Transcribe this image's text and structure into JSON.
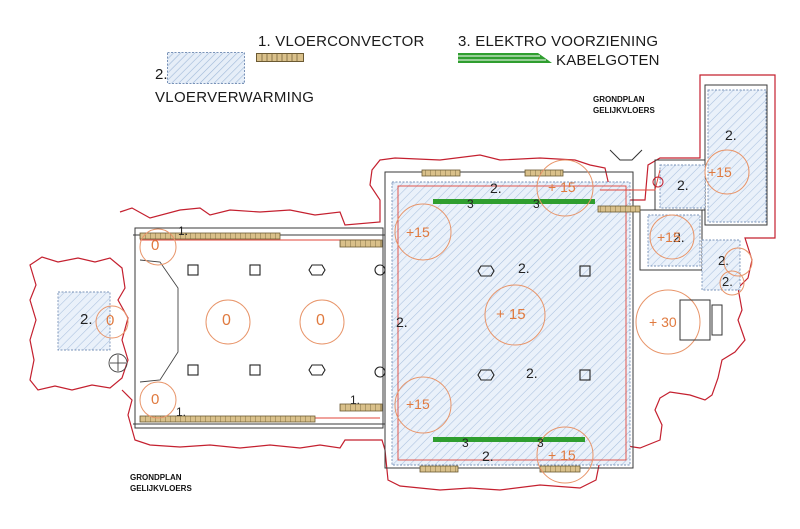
{
  "legend": {
    "item1": "1. VLOERCONVECTOR",
    "item2_number": "2.",
    "item2_text": "VLOERVERWARMING",
    "item3_line1": "3. ELEKTRO VOORZIENING",
    "item3_line2": "KABELGOTEN"
  },
  "captions": {
    "top_line1": "GRONDPLAN",
    "top_line2": "GELIJKVLOERS",
    "bottom_line1": "GRONDPLAN",
    "bottom_line2": "GELIJKVLOERS"
  },
  "zone_labels": {
    "zone_number": "2.",
    "convector_number": "1.",
    "cable_number": "3"
  },
  "temperature_labels": {
    "zero": "0",
    "plus15": "+ 15",
    "plus15_compact": "+15",
    "plus30": "+ 30"
  },
  "colors": {
    "wall_outline": "#c4202f",
    "hatch_blue": "#9fb8d8",
    "hatch_fill": "#e6eef8",
    "convector": "#d9c08a",
    "cable_tray": "#2f9e2f",
    "temp_circle": "#e8956a",
    "temp_text": "#e07a3f"
  }
}
